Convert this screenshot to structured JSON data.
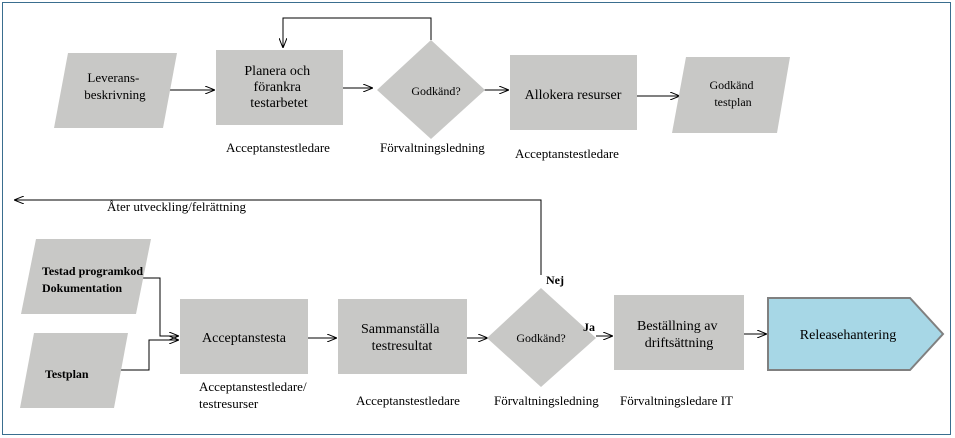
{
  "top": {
    "input_shape": [
      "Leverans-",
      "beskrivning"
    ],
    "plan_box": [
      "Planera och",
      "förankra",
      "testarbetet"
    ],
    "plan_role": "Acceptanstestledare",
    "decision": "Godkänd?",
    "decision_role": "Förvaltningsledning",
    "allocate_box": "Allokera resurser",
    "allocate_role": "Acceptanstestledare",
    "output_shape": [
      "Godkänd",
      "testplan"
    ]
  },
  "return_label": "Åter utveckling/felrättning",
  "bottom": {
    "input_code": [
      "Testad programkod",
      "Dokumentation"
    ],
    "input_testplan": "Testplan",
    "acceptance_box": "Acceptanstesta",
    "acceptance_role": [
      "Acceptanstestledare/",
      "testresurser"
    ],
    "compile_box": [
      "Sammanställa",
      "testresultat"
    ],
    "compile_role": "Acceptanstestledare",
    "decision": "Godkänd?",
    "decision_no": "Nej",
    "decision_yes": "Ja",
    "decision_role": "Förvaltningsledning",
    "order_box": [
      "Beställning av",
      "driftsättning"
    ],
    "order_role": "Förvaltningsledare IT",
    "release_box": "Releasehantering"
  },
  "colors": {
    "shape_fill": "#c8c8c6",
    "release_fill": "#a7d7e6",
    "release_stroke": "#808080",
    "frame": "#3a6e8f",
    "line": "#000000"
  }
}
